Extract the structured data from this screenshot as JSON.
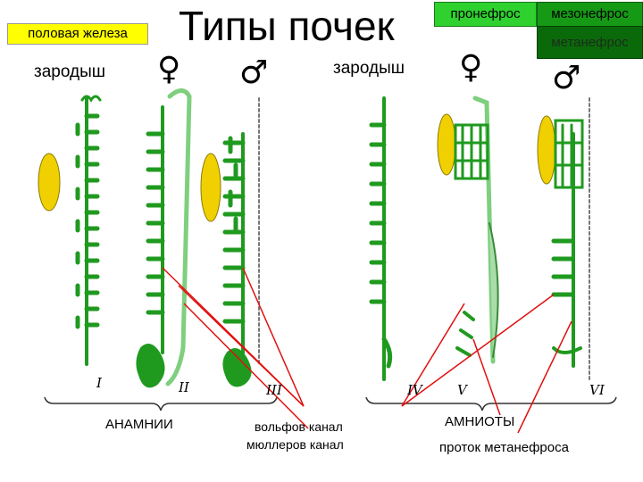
{
  "title": "Типы почек",
  "legend": {
    "gonad": "половая железа",
    "pronephros": "пронефрос",
    "mesonephros": "мезонефрос",
    "metanephros": "метанефрос"
  },
  "embryo_label_left": "зародыш",
  "embryo_label_right": "зародыш",
  "sex_symbols": {
    "female": "♀",
    "male": "♂"
  },
  "figure_numbers": [
    "I",
    "II",
    "III",
    "IV",
    "V",
    "VI"
  ],
  "captions": {
    "anamnia": "АНАМНИИ",
    "wolffian_duct": "вольфов канал",
    "mullerian_duct": "мюллеров канал",
    "amniota": "АМНИОТЫ",
    "metanephric_duct": "проток метанефроса"
  },
  "colors": {
    "kidney_green": "#1f9a1f",
    "gonad_yellow": "#f0d000",
    "pointer_red": "#e01010"
  }
}
